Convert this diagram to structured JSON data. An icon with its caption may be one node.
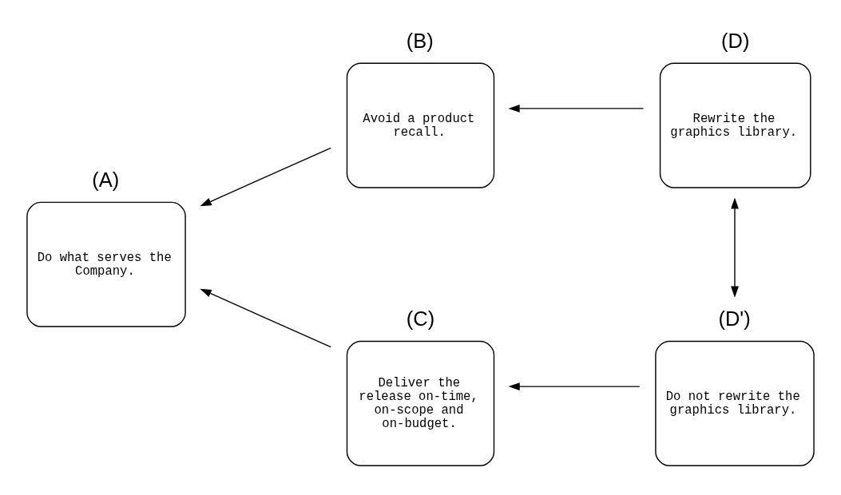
{
  "diagram": {
    "nodes": [
      {
        "text": [
          "(A)",
          "Do what serves the Company."
        ]
      },
      {
        "text": [
          "(B)",
          "Avoid a product recall."
        ]
      },
      {
        "text": [
          "(C)",
          "Deliver the release on-time, on-scope and on-budget."
        ]
      },
      {
        "text": [
          "(D)",
          "Rewrite the graphics library."
        ]
      },
      {
        "text": [
          "(D')",
          "Do not rewrite the graphics library."
        ]
      }
    ],
    "edges": [
      {
        "from": 1,
        "to": 0,
        "arrow": "to"
      },
      {
        "from": 2,
        "to": 0,
        "arrow": "to"
      },
      {
        "from": 3,
        "to": 1,
        "arrow": "to"
      },
      {
        "from": 4,
        "to": 2,
        "arrow": "to"
      },
      {
        "from": 3,
        "to": 4,
        "arrow": "both"
      }
    ]
  }
}
